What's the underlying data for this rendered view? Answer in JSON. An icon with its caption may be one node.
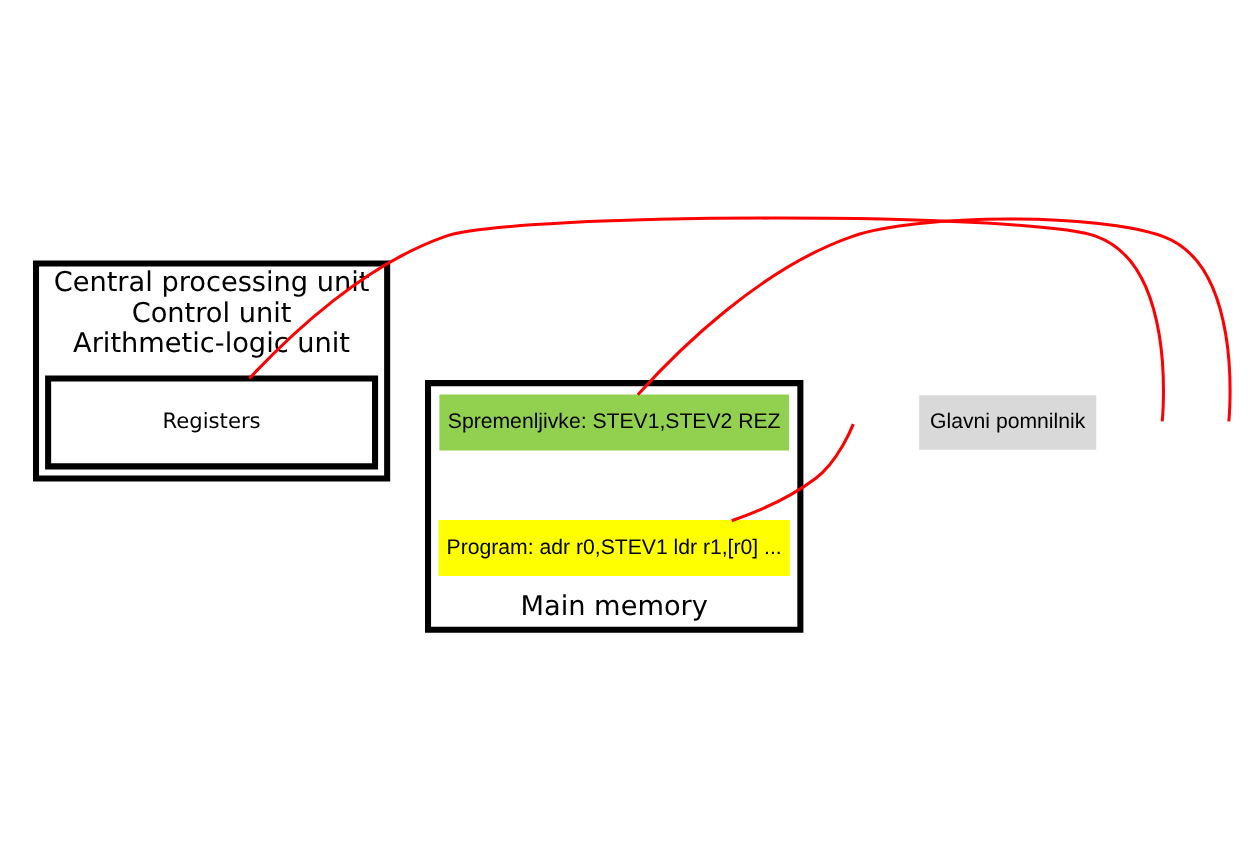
{
  "diagram": {
    "nodes": [
      {
        "text": [
          "Central processing unit",
          "Control unit",
          "Arithmetic-logic unit"
        ]
      },
      {
        "text": [
          "Registers"
        ],
        "in": 0
      },
      {
        "text": [
          "Main memory"
        ]
      },
      {
        "text": [
          "Spremenljivke: STEV1,STEV2 REZ"
        ],
        "in": 2
      },
      {
        "text": [
          "Program: adr r0,STEV1 ldr r1,[r0] ..."
        ],
        "in": 2
      }
    ],
    "edges": [
      {
        "from": null,
        "to": 1,
        "arrow": "none"
      },
      {
        "from": null,
        "to": 3,
        "arrow": "none"
      },
      {
        "from": null,
        "to": 4,
        "arrow": "none"
      }
    ],
    "labels": [
      "Glavni pomnilnik"
    ]
  }
}
